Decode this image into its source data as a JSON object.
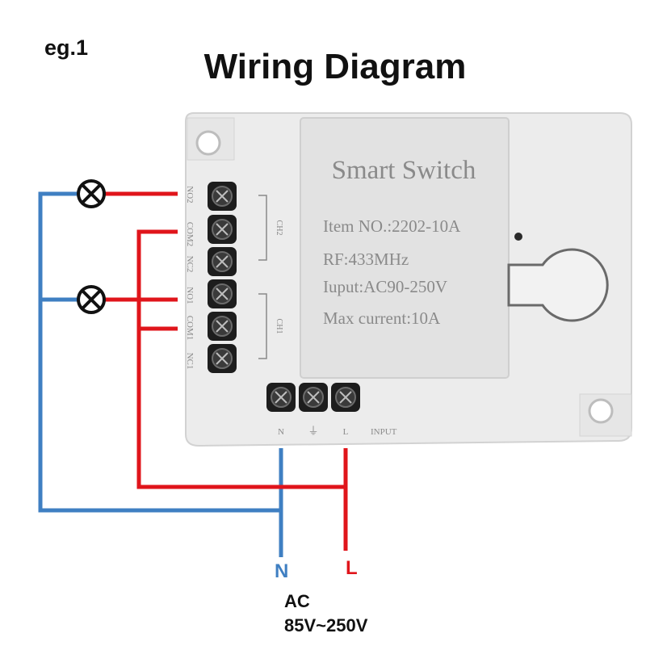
{
  "example_tag": "eg.1",
  "title": "Wiring Diagram",
  "device": {
    "name": "Smart Switch",
    "item_no": "Item NO.:2202-10A",
    "rf": "RF:433MHz",
    "input": "Iuput:AC90-250V",
    "max_current": "Max current:10A"
  },
  "terminals": {
    "left": [
      "NO2",
      "COM2",
      "NC2",
      "NO1",
      "COM1",
      "NC1"
    ],
    "groups": [
      "CH2",
      "CH1"
    ],
    "bottom": [
      "N",
      "⏚",
      "L"
    ],
    "input_label": "INPUT"
  },
  "wires": {
    "neutral_label": "N",
    "live_label": "L",
    "neutral_color": "#3f7fc2",
    "live_color": "#e0151b"
  },
  "supply": {
    "line1": "AC",
    "line2": "85V~250V"
  },
  "colors": {
    "housing": "#ececec",
    "housing_edge": "#d2d2d2",
    "cover": "#e2e2e2",
    "screw": "#1d1d1d",
    "text_gray": "#8a8a8a"
  }
}
